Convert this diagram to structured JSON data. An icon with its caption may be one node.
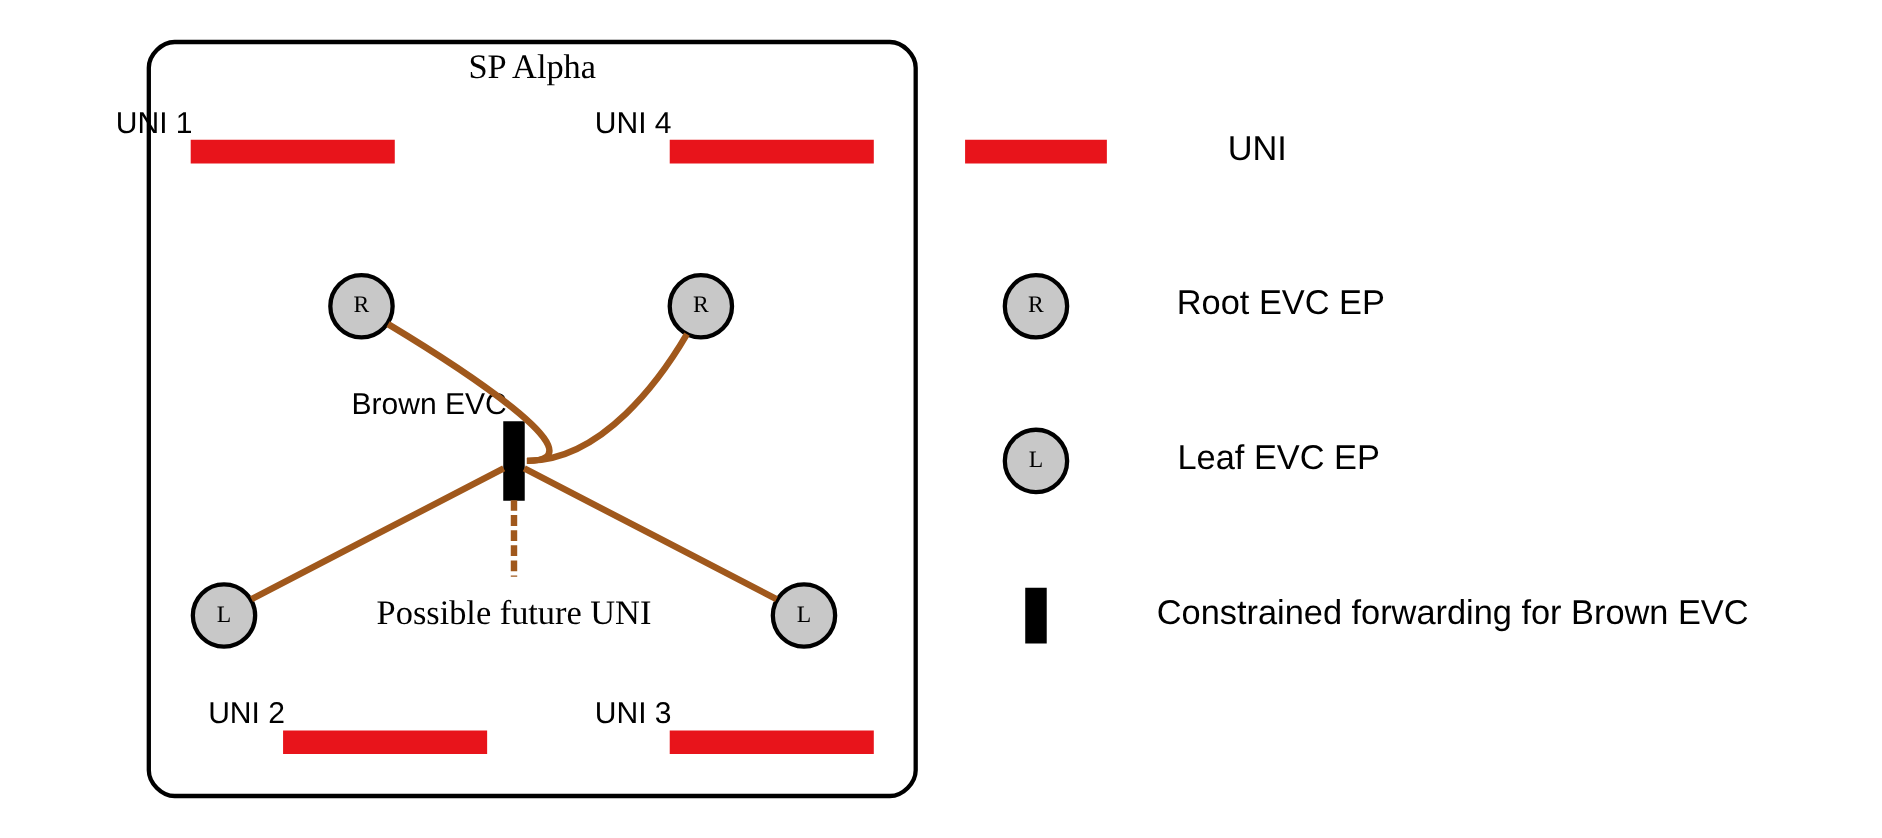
{
  "diagram": {
    "nodes": [
      {
        "text": [
          "SP Alpha"
        ]
      },
      {
        "text": [],
        "shape": "bar",
        "beside": [
          "UNI 1"
        ],
        "in": 0
      },
      {
        "text": [
          "R"
        ],
        "in": 0
      },
      {
        "text": [],
        "shape": "bar",
        "beside": [
          "UNI 4"
        ],
        "in": 0
      },
      {
        "text": [
          "R"
        ],
        "in": 0
      },
      {
        "text": [],
        "shape": "bar",
        "beside": [
          "Brown EVC"
        ],
        "in": 0
      },
      {
        "text": [],
        "shape": "bar",
        "beside": [
          "UNI 2"
        ],
        "in": 0
      },
      {
        "text": [
          "L"
        ],
        "in": 0
      },
      {
        "text": [
          "Possible future UNI"
        ],
        "in": 0
      },
      {
        "text": [
          "L"
        ],
        "in": 0
      },
      {
        "text": [],
        "shape": "bar",
        "beside": [
          "UNI 3"
        ],
        "in": 0
      },
      {
        "text": [
          "R"
        ]
      },
      {
        "text": [
          "L"
        ]
      }
    ],
    "edges": [
      {
        "from": 2,
        "to": 5,
        "arrow": "none",
        "color": "#a0581c"
      },
      {
        "from": 4,
        "to": 5,
        "arrow": "none",
        "color": "#a0581c"
      },
      {
        "from": 5,
        "to": 7,
        "arrow": "none",
        "color": "#a0581c"
      },
      {
        "from": 5,
        "to": 9,
        "arrow": "none",
        "color": "#a0581c"
      },
      {
        "from": 5,
        "to": 8,
        "arrow": "none",
        "style": "dashed",
        "color": "#a0581c"
      }
    ],
    "legend": [
      {
        "text": "UNI"
      },
      {
        "text": "Root EVC EP"
      },
      {
        "text": "Leaf EVC EP"
      },
      {
        "text": "Constrained forwarding for Brown EVC"
      }
    ]
  }
}
